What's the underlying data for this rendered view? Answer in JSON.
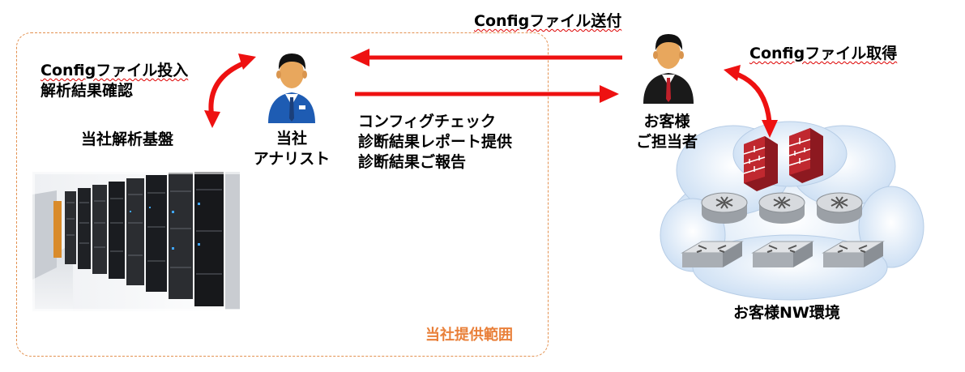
{
  "labels": {
    "config_send": "Configファイル送付",
    "config_get": "Configファイル取得",
    "config_input_1": "Configファイル投入",
    "config_input_2": "解析結果確認",
    "analysis_platform": "当社解析基盤",
    "analyst_1": "当社",
    "analyst_2": "アナリスト",
    "service_1": "コンフィグチェック",
    "service_2": "診断結果レポート提供",
    "service_3": "診断結果ご報告",
    "customer_1": "お客様",
    "customer_2": "ご担当者",
    "customer_env": "お客様NW環境",
    "scope": "当社提供範囲"
  },
  "colors": {
    "arrow": "#ee1111",
    "scope_border": "#e39150",
    "scope_text": "#e9803a",
    "cloud": "#dbe9f8",
    "firewall": "#b0202a"
  },
  "icons": [
    "server-racks-image",
    "analyst-person-icon",
    "customer-person-icon",
    "network-cloud-icon",
    "firewall-icon",
    "router-icon",
    "switch-icon"
  ]
}
